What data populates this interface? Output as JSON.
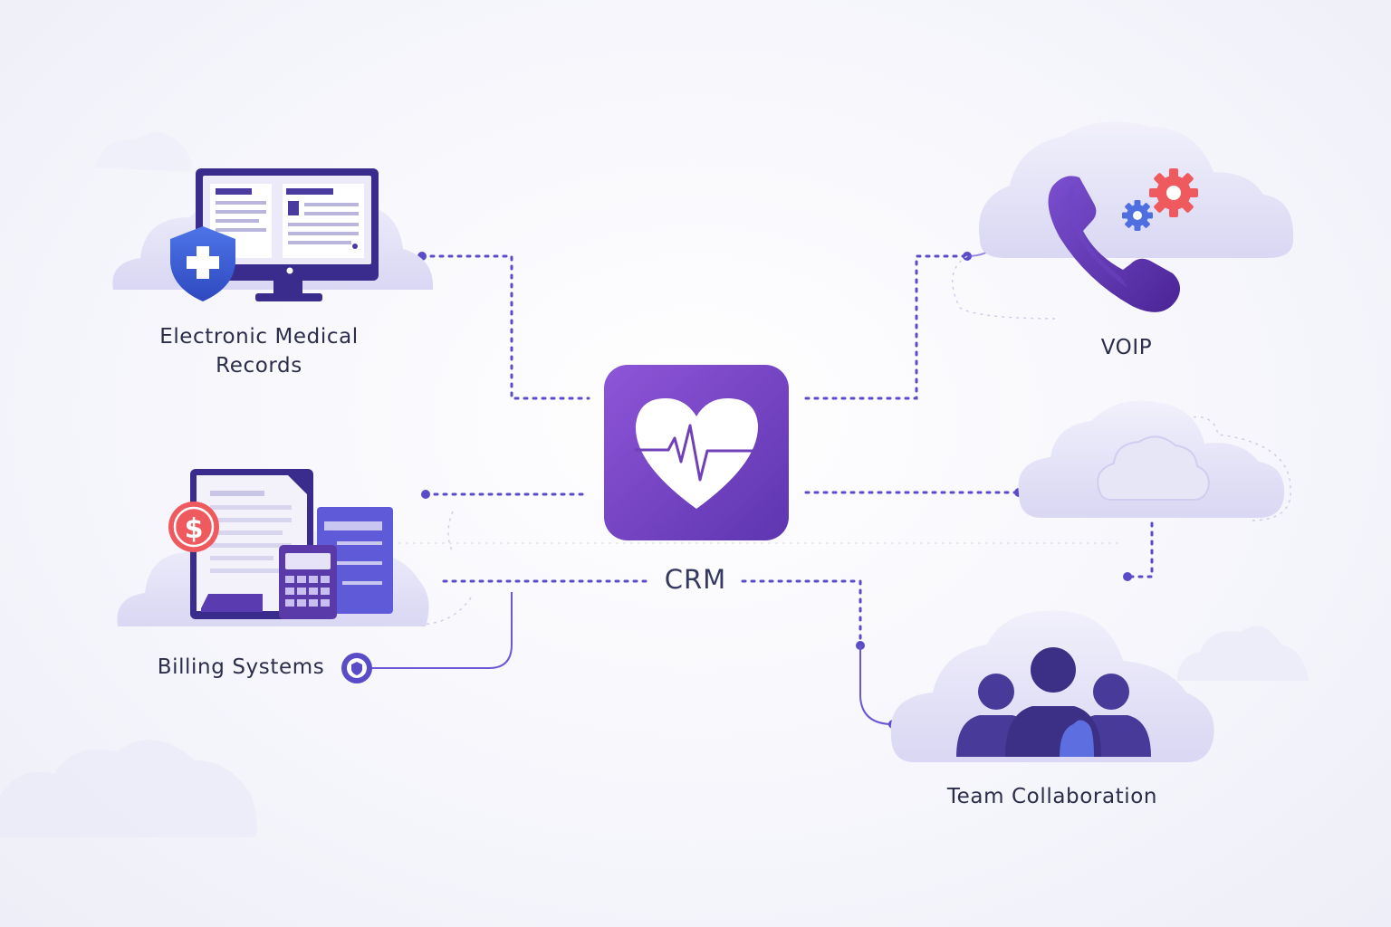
{
  "center": {
    "label": "CRM"
  },
  "nodes": {
    "emr": {
      "label_line1": "Electronic Medical",
      "label_line2": "Records"
    },
    "voip": {
      "label": "VOIP"
    },
    "cloud": {
      "label": ""
    },
    "billing": {
      "label": "Billing Systems"
    },
    "team": {
      "label": "Team Collaboration"
    }
  },
  "colors": {
    "accent": "#5a4bc9",
    "crm_tile": "#7a45c8",
    "shield": "#3d5ed8",
    "gear_red": "#ef5a5f",
    "gear_blue": "#4f6ee0",
    "phone": "#5a2fa8",
    "people": "#4a3b9a"
  },
  "icons": {
    "crm": "heart-pulse-icon",
    "emr": "monitor-shield-icon",
    "voip": "phone-gear-icon",
    "cloud": "cloud-icon",
    "billing": "invoice-calculator-icon",
    "team": "people-group-icon"
  }
}
